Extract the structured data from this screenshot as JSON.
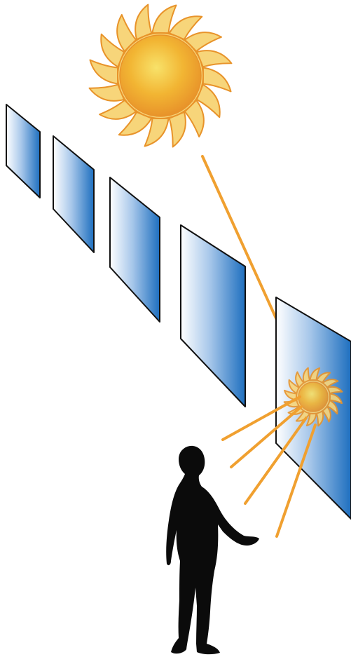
{
  "scene": {
    "background_color": "#ffffff",
    "sun": {
      "ray_count": 16,
      "colors": {
        "core_light": "#f8e26a",
        "core_mid": "#f2b533",
        "core_dark": "#e8932a",
        "ray_fill": "#f7d57a",
        "ray_stroke": "#e8932a"
      }
    },
    "panels": {
      "count": 5,
      "colors": {
        "light": "#ffffff",
        "mid": "#a7c7ea",
        "dark": "#1e6fbf",
        "outline": "#111111"
      }
    },
    "reflected_sun": {
      "ray_count": 16
    },
    "light_beam": {
      "color": "#f0a030"
    },
    "reflected_beams": {
      "count": 4,
      "color": "#f0a030"
    },
    "person": {
      "color": "#0b0b0b",
      "pose": "looking up"
    }
  }
}
